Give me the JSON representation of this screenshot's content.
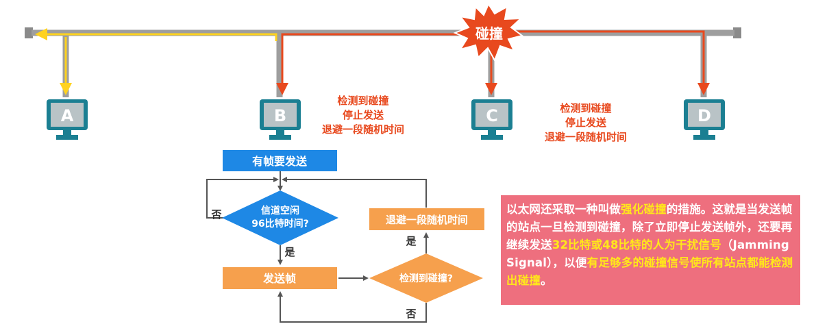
{
  "collision_label": "碰撞",
  "stations": [
    {
      "letter": "A"
    },
    {
      "letter": "B"
    },
    {
      "letter": "C"
    },
    {
      "letter": "D"
    }
  ],
  "notes": {
    "b": [
      "检测到碰撞",
      "停止发送",
      "退避一段随机时间"
    ],
    "c": [
      "检测到碰撞",
      "停止发送",
      "退避一段随机时间"
    ]
  },
  "flowchart": {
    "start": "有帧要发送",
    "decision1_line1": "信道空闲",
    "decision1_line2": "96比特时间?",
    "yes1": "是",
    "no1": "否",
    "send": "发送帧",
    "decision2": "检测到碰撞?",
    "yes2": "是",
    "no2": "否",
    "backoff": "退避一段随机时间"
  },
  "info": {
    "p1": "以太网还采取一种叫做",
    "p2": "强化碰撞",
    "p3": "的措施。这就是当发送帧的站点一旦检测到碰撞，除了立即停止发送帧外，还要再继续发送",
    "p4": "32比特或48比特的人为干扰信号",
    "p5": "（Jamming Signal），以便",
    "p6": "有足够多的碰撞信号使所有站点都能检测出碰撞",
    "p7": "。"
  },
  "colors": {
    "bus": "#9e9e9e",
    "signal_red": "#e8491e",
    "signal_yellow": "#ffd21f",
    "monitor": "#1b7f92",
    "flow_blue": "#1e88e5",
    "flow_orange": "#f6a04d",
    "info_bg": "#ee6f7e",
    "highlight": "#ffe81a"
  }
}
